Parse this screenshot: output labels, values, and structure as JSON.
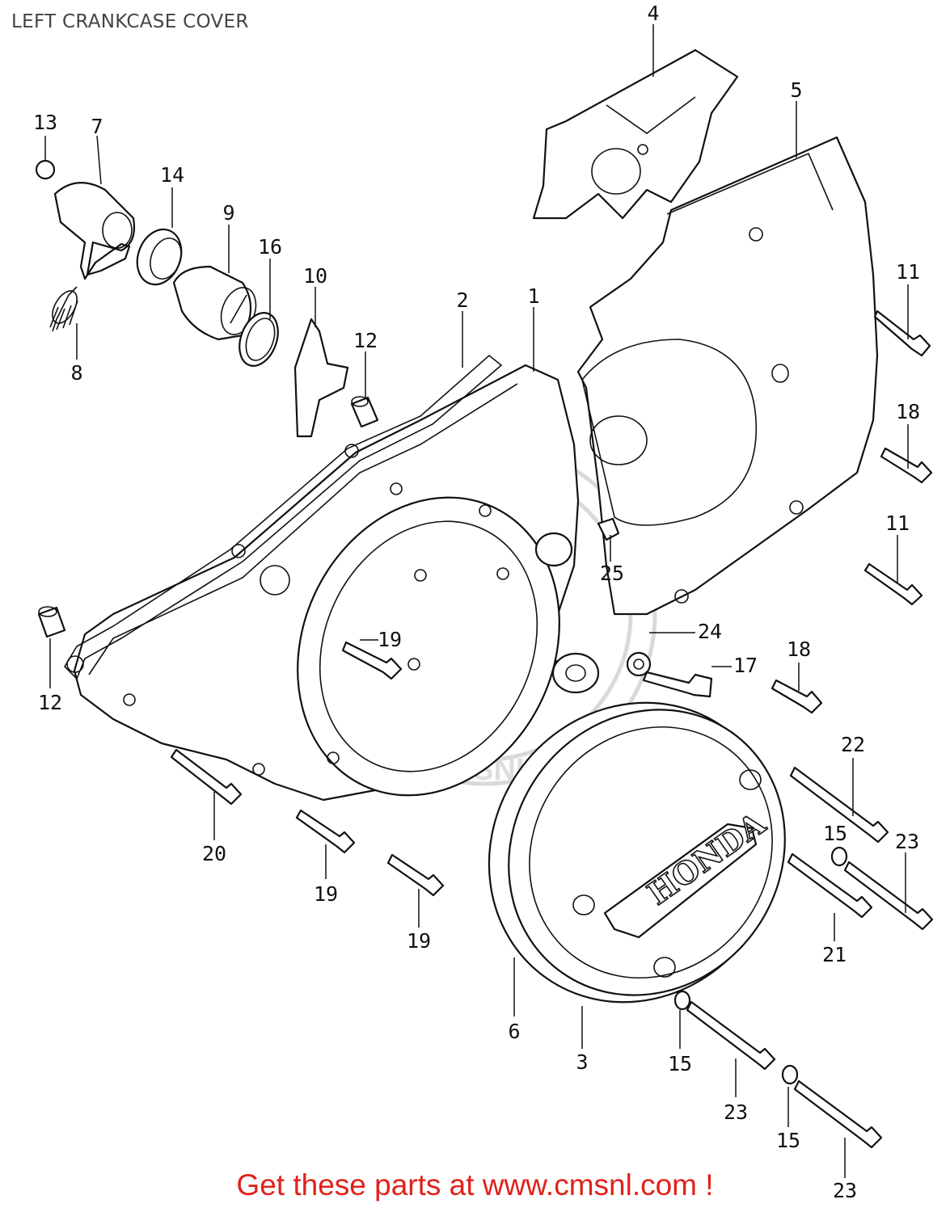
{
  "title": "LEFT CRANKCASE COVER",
  "promo": "Get these parts at www.cmsnl.com !",
  "watermark": "WWW.CMSNL.COM",
  "brand_text": "HONDA",
  "colors": {
    "promo": "#e0211c",
    "line": "#111111",
    "watermark": "#d9d9d9"
  },
  "callouts": [
    {
      "id": "c4",
      "text": "4"
    },
    {
      "id": "c5",
      "text": "5"
    },
    {
      "id": "c13",
      "text": "13"
    },
    {
      "id": "c7",
      "text": "7"
    },
    {
      "id": "c14",
      "text": "14"
    },
    {
      "id": "c9",
      "text": "9"
    },
    {
      "id": "c16",
      "text": "16"
    },
    {
      "id": "c10",
      "text": "10"
    },
    {
      "id": "c2",
      "text": "2"
    },
    {
      "id": "c1",
      "text": "1"
    },
    {
      "id": "c12a",
      "text": "12"
    },
    {
      "id": "c8",
      "text": "8"
    },
    {
      "id": "c11a",
      "text": "11"
    },
    {
      "id": "c18a",
      "text": "18"
    },
    {
      "id": "c11b",
      "text": "11"
    },
    {
      "id": "c25",
      "text": "25"
    },
    {
      "id": "c24",
      "text": "24"
    },
    {
      "id": "c17",
      "text": "17"
    },
    {
      "id": "c18b",
      "text": "18"
    },
    {
      "id": "c19a",
      "text": "19"
    },
    {
      "id": "c12b",
      "text": "12"
    },
    {
      "id": "c22",
      "text": "22"
    },
    {
      "id": "c15a",
      "text": "15"
    },
    {
      "id": "c23a",
      "text": "23"
    },
    {
      "id": "c20",
      "text": "20"
    },
    {
      "id": "c19b",
      "text": "19"
    },
    {
      "id": "c19c",
      "text": "19"
    },
    {
      "id": "c21",
      "text": "21"
    },
    {
      "id": "c6",
      "text": "6"
    },
    {
      "id": "c3",
      "text": "3"
    },
    {
      "id": "c15b",
      "text": "15"
    },
    {
      "id": "c23b",
      "text": "23"
    },
    {
      "id": "c15c",
      "text": "15"
    },
    {
      "id": "c23c",
      "text": "23"
    }
  ]
}
